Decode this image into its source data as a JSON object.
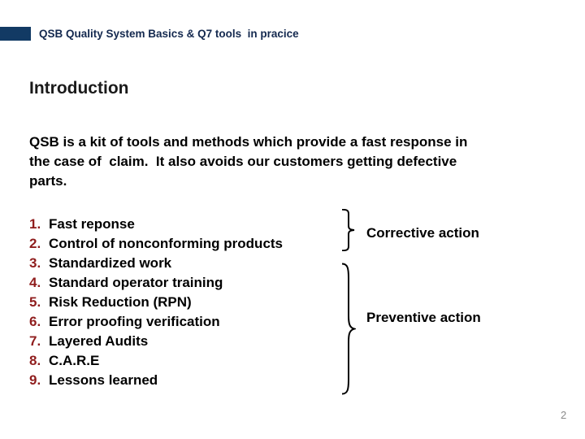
{
  "slide": {
    "header": {
      "title": "QSB Quality System Basics & Q7 tools  in pracice"
    },
    "heading": "Introduction",
    "intro_paragraph": "QSB is a kit of tools and methods which provide a fast response in\nthe case of  claim.  It also avoids our customers getting defective\nparts.",
    "list": {
      "items": [
        {
          "num": "1.",
          "text": "Fast reponse"
        },
        {
          "num": "2.",
          "text": "Control of nonconforming products"
        },
        {
          "num": "3.",
          "text": "Standardized work"
        },
        {
          "num": "4.",
          "text": "Standard operator training"
        },
        {
          "num": "5.",
          "text": "Risk Reduction (RPN)"
        },
        {
          "num": "6.",
          "text": "Error proofing verification"
        },
        {
          "num": "7.",
          "text": "Layered Audits"
        },
        {
          "num": "8.",
          "text": "C.A.R.E"
        },
        {
          "num": "9.",
          "text": "Lessons learned"
        }
      ]
    },
    "groups": {
      "corrective": {
        "label": "Corrective action"
      },
      "preventive": {
        "label": "Preventive action"
      }
    },
    "page_number": "2",
    "colors": {
      "navy": "#123a64",
      "title_text": "#14294f",
      "number_red": "#8f1d1d",
      "page_gray": "#8a8a8a"
    }
  }
}
